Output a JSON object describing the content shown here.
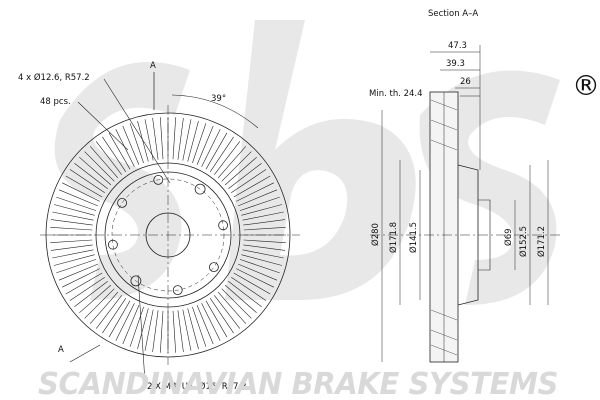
{
  "drawing": {
    "section_title": "Section A–A",
    "section_marker": "A",
    "holes_note": "4 x Ø12.6, R57.2",
    "ventilation_note": "48 pcs.",
    "angle": "39°",
    "threads_note": "2 X M8, US. Ø16, R57.2",
    "min_thickness": "Min. th. 24.4",
    "dimensions": {
      "d_47_3": "47.3",
      "d_39_3": "39.3",
      "d_26": "26",
      "d_280": "Ø280",
      "d_171_8": "Ø171.8",
      "d_141_5": "Ø141.5",
      "d_69": "Ø69",
      "d_152_5": "Ø152.5",
      "d_171_2": "Ø171.2"
    }
  },
  "branding": {
    "watermark": "SCANDINAVIAN BRAKE SYSTEMS",
    "registered_mark": "®"
  },
  "colors": {
    "line": "#222222",
    "watermark": "#d9d9d9",
    "background": "#ffffff"
  }
}
